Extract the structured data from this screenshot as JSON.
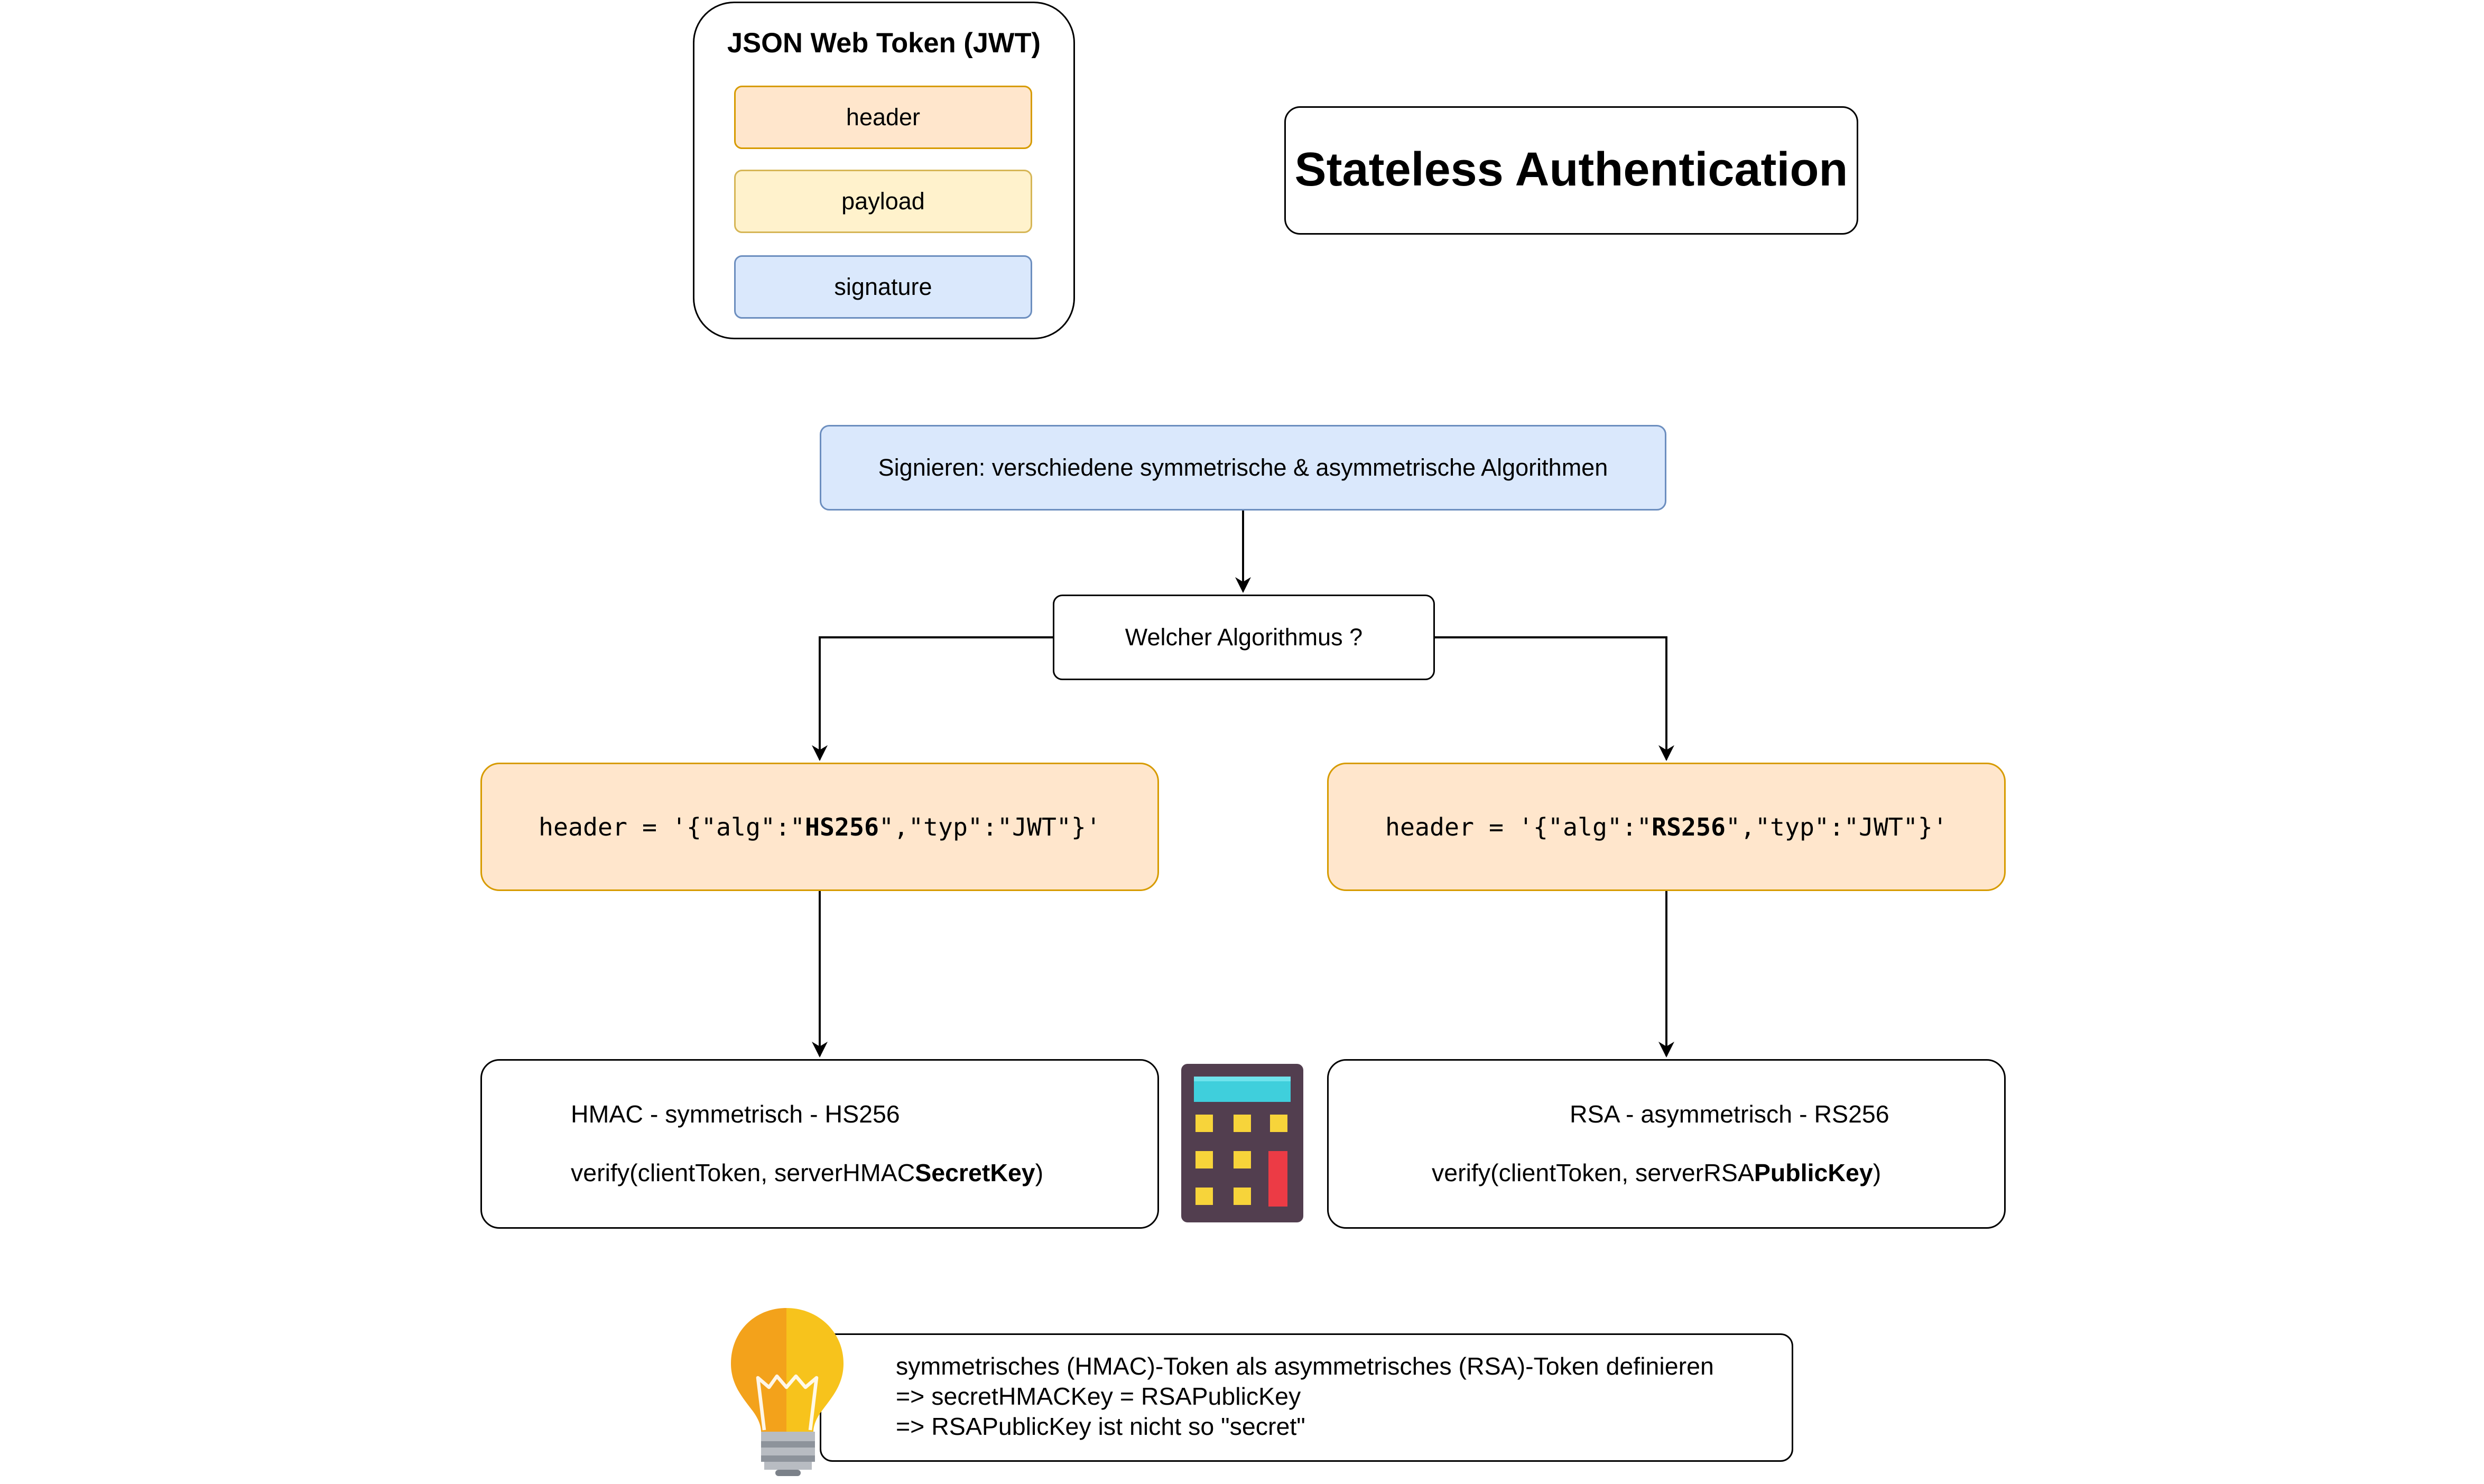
{
  "jwt": {
    "title": "JSON Web Token (JWT)",
    "parts": [
      "header",
      "payload",
      "signature"
    ]
  },
  "title": "Stateless Authentication",
  "signing": "Signieren: verschiedene symmetrische & asymmetrische Algorithmen",
  "question": "Welcher Algorithmus ?",
  "left": {
    "header_prefix": "header = '{\"alg\":\"",
    "header_alg": "HS256",
    "header_suffix": "\",\"typ\":\"JWT\"}'",
    "algo_name": "HMAC - symmetrisch - HS256",
    "verify_prefix": "verify(clientToken, serverHMAC",
    "verify_key": "SecretKey",
    "verify_suffix": ")"
  },
  "right": {
    "header_prefix": "header = '{\"alg\":\"",
    "header_alg": "RS256",
    "header_suffix": "\",\"typ\":\"JWT\"}'",
    "algo_name": "RSA - asymmetrisch - RS256",
    "verify_prefix": "verify(clientToken, serverRSA",
    "verify_key": "PublicKey",
    "verify_suffix": ")"
  },
  "note": {
    "lines": [
      "symmetrisches (HMAC)-Token als asymmetrisches (RSA)-Token definieren",
      "=> secretHMACKey = RSAPublicKey",
      "=> RSAPublicKey ist nicht so \"secret\""
    ]
  },
  "icons": {
    "calculator": "calculator-icon",
    "idea": "lightbulb-icon"
  },
  "colors": {
    "orange_fill": "#ffe6cc",
    "orange_stroke": "#d79b00",
    "yellow_fill": "#fff2cc",
    "yellow_stroke": "#d6b656",
    "blue_fill": "#dae8fc",
    "blue_stroke": "#6c8ebf"
  }
}
